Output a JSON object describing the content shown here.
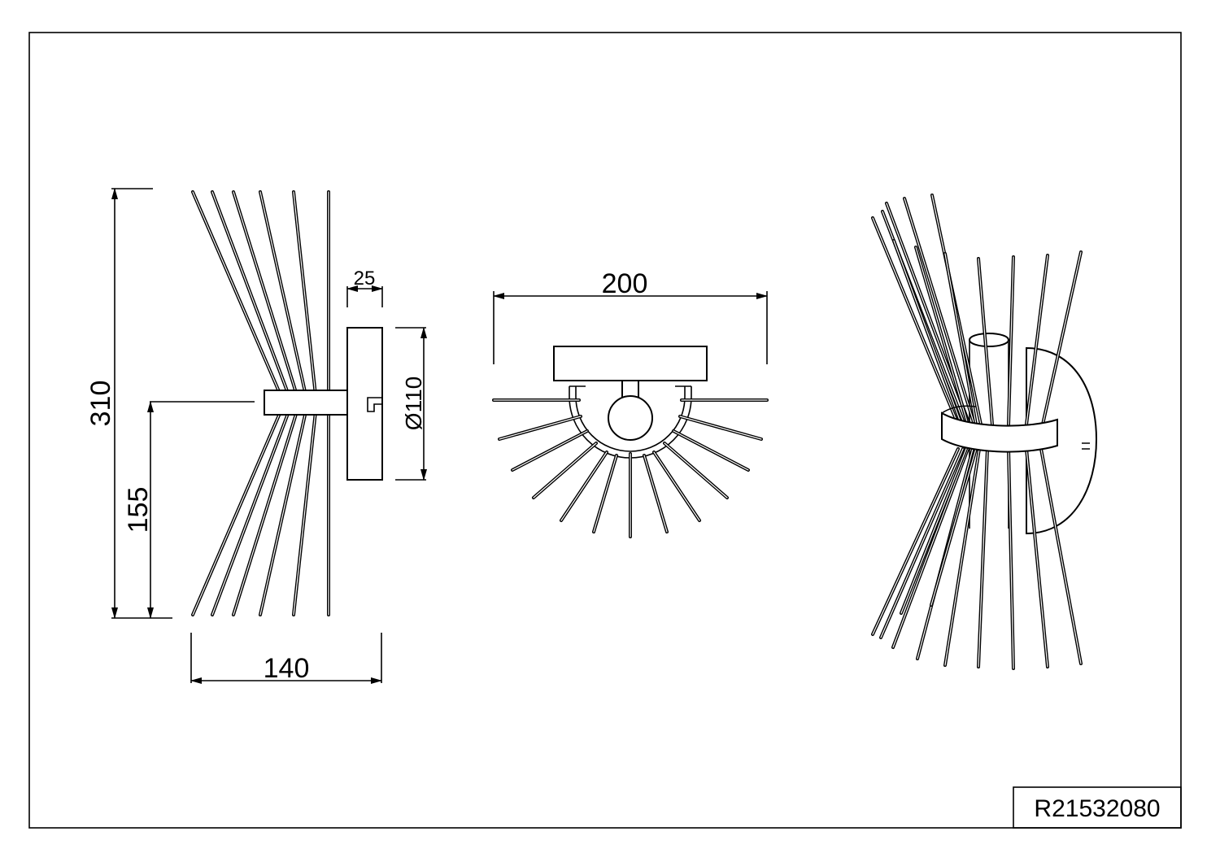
{
  "drawing": {
    "product_code": "R21532080",
    "dimensions": {
      "height": "310",
      "center_height": "155",
      "depth": "140",
      "plate_depth": "25",
      "plate_diameter": "Ø110",
      "width": "200"
    }
  }
}
